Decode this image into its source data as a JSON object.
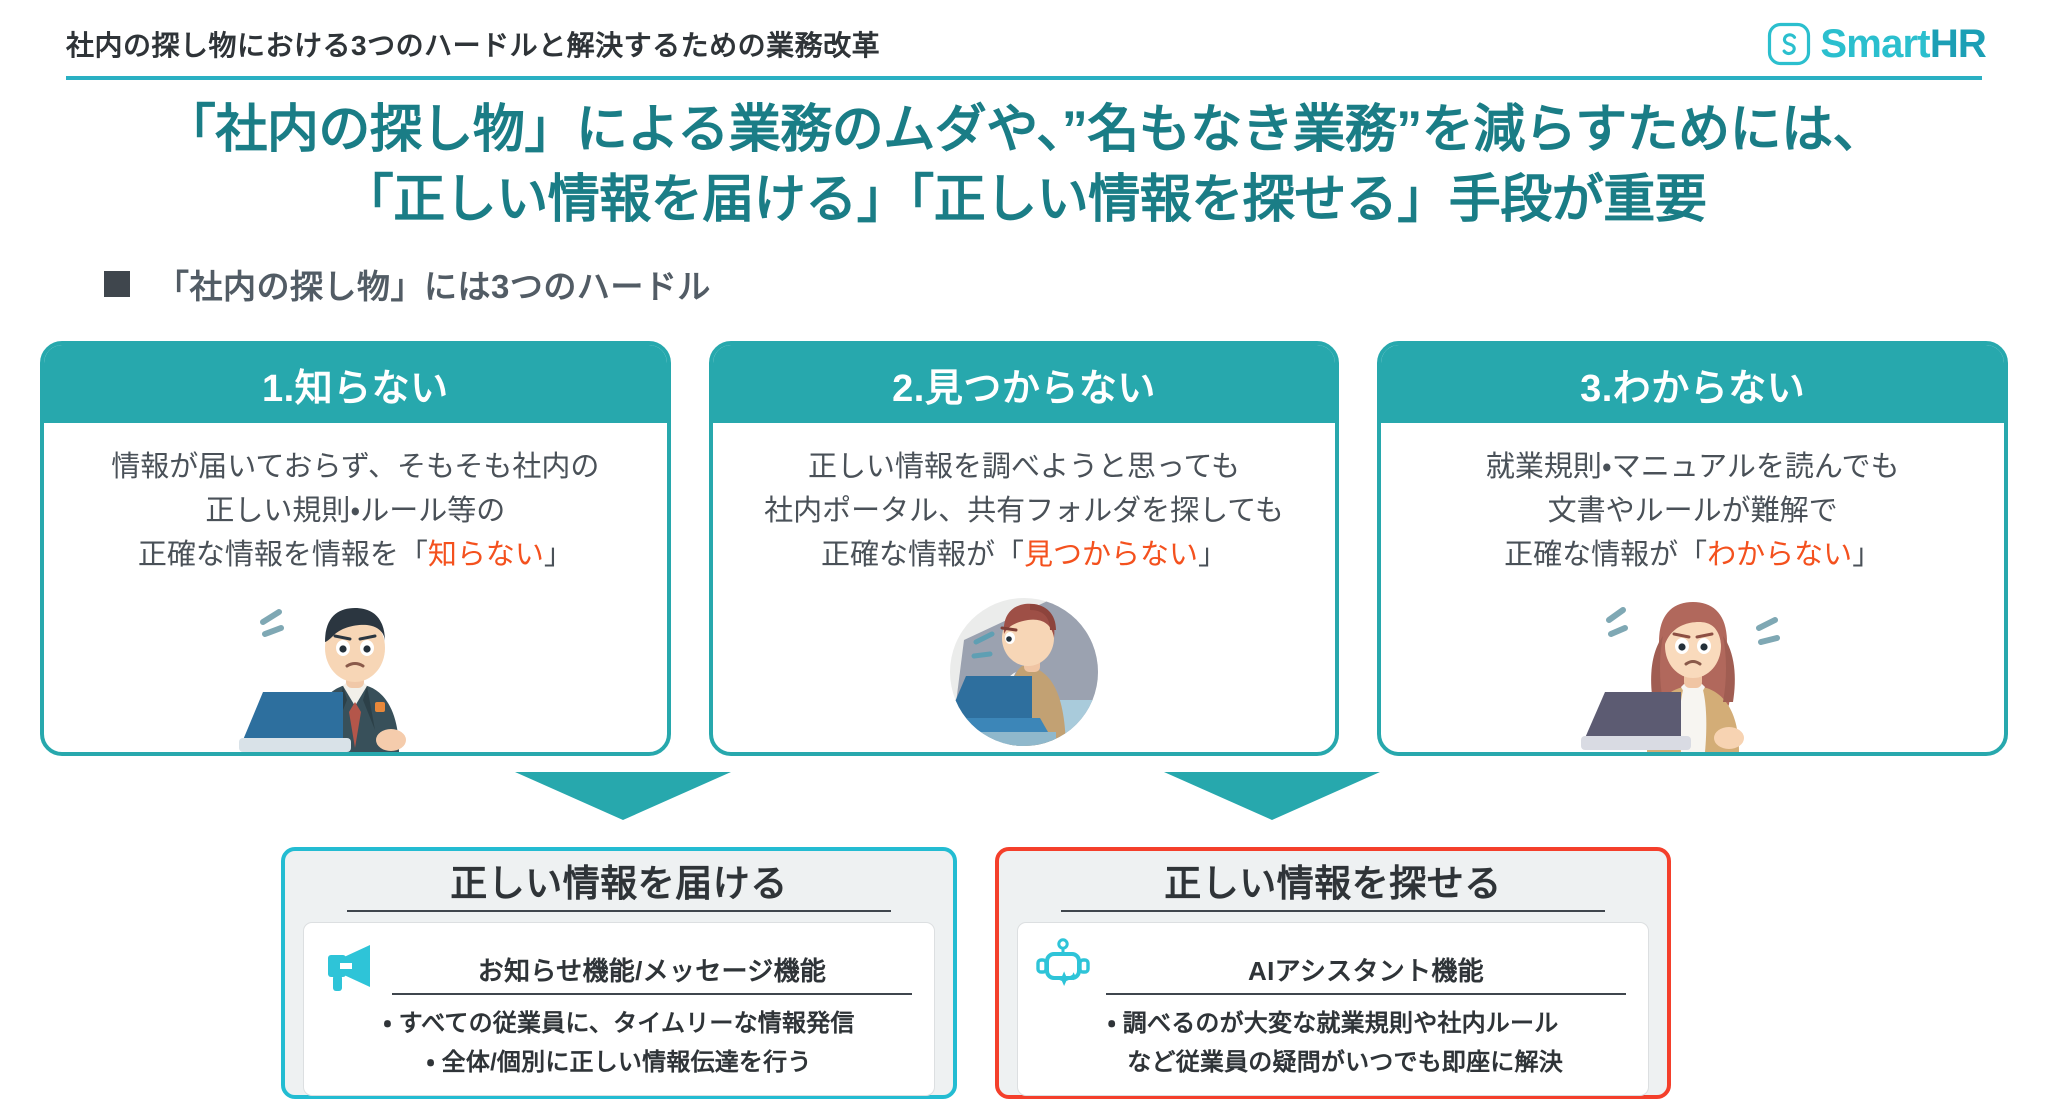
{
  "header": {
    "title": "社内の探し物における3つのハードルと解決するための業務改革",
    "logo": {
      "mark": "smarthr-s-mark-icon",
      "text_primary": "Smart",
      "text_secondary": "HR"
    }
  },
  "heading": {
    "line1": "「社内の探し物」による業務のムダや、”名もなき業務”を減らすためには、",
    "line2": "「正しい情報を届ける」「正しい情報を探せる」手段が重要"
  },
  "section_label": {
    "bullet": "square-bullet-icon",
    "text": "「社内の探し物」には3つのハードル"
  },
  "cards": [
    {
      "title": "1.知らない",
      "lines": [
        {
          "text": "情報が届いておらず、そもそも社内の",
          "highlight": ""
        },
        {
          "text": "正しい規則・ルール等の",
          "highlight": ""
        },
        {
          "prefix": "正確な情報を情報を「",
          "highlight": "知らない",
          "suffix": "」"
        }
      ],
      "art": "worried-businessman-laptop-illustration"
    },
    {
      "title": "2.見つからない",
      "lines": [
        {
          "text": "正しい情報を調べようと思っても",
          "highlight": ""
        },
        {
          "text": "社内ポータル、共有フォルダを探しても",
          "highlight": ""
        },
        {
          "prefix": "正確な情報が「",
          "highlight": "見つからない",
          "suffix": "」"
        }
      ],
      "art": "man-typing-laptop-circle-illustration"
    },
    {
      "title": "3.わからない",
      "lines": [
        {
          "text": "就業規則・マニュアルを読んでも",
          "highlight": ""
        },
        {
          "text": "文書やルールが難解で",
          "highlight": ""
        },
        {
          "prefix": "正確な情報が「",
          "highlight": "わからない",
          "suffix": "」"
        }
      ],
      "art": "worried-woman-laptop-illustration"
    }
  ],
  "arrows": [
    {
      "name": "arrow-down-left",
      "direction": "down"
    },
    {
      "name": "arrow-down-right",
      "direction": "down"
    }
  ],
  "solutions": [
    {
      "title": "正しい情報を届ける",
      "icon": "megaphone-icon",
      "feature_name": "お知らせ機能/メッセージ機能",
      "bullets": [
        "・ すべての従業員に、タイムリーな情報発信",
        "・ 全体/個別に正しい情報伝達を行う"
      ]
    },
    {
      "title": "正しい情報を探せる",
      "icon": "ai-robot-sparkle-icon",
      "feature_name": "AIアシスタント機能",
      "bullets": [
        "・ 調べるのが大変な就業規則や社内ルール",
        "　など従業員の疑問がいつでも即座に解決"
      ]
    }
  ],
  "colors": {
    "teal": "#27a8ad",
    "teal_rule": "#2ab0c3",
    "heading_teal": "#1a7d86",
    "highlight_orange": "#f4511e",
    "accent_cyan": "#23bcd2",
    "accent_red": "#f43f2b",
    "text_dark": "#2f3438",
    "text_body": "#4a5158"
  }
}
